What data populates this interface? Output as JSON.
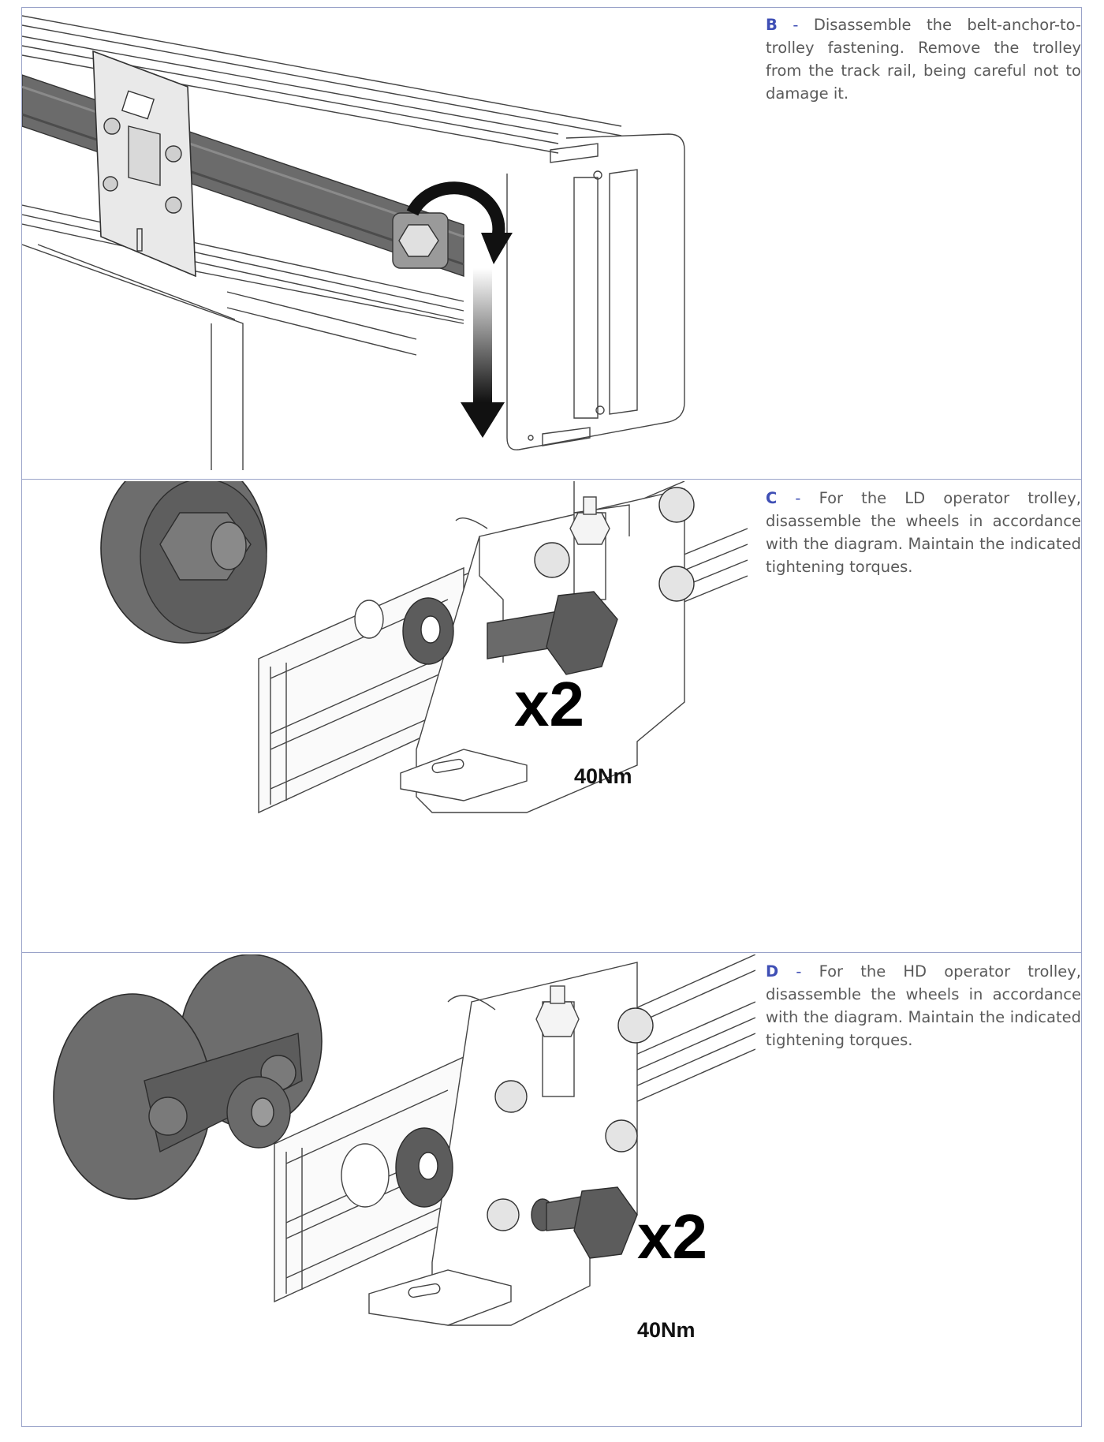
{
  "steps": [
    {
      "letter": "B",
      "separator": " - ",
      "text": "Disassemble the belt-anchor-to-trolley fastening. Remove the trolley from the track rail, being careful not to damage it."
    },
    {
      "letter": "C",
      "separator": " - ",
      "text": "For the LD operator trolley, disassemble the wheels in accordance with the diagram. Maintain the indicated tightening torques.",
      "multiplier": "x2",
      "torque": "40Nm"
    },
    {
      "letter": "D",
      "separator": " - ",
      "text": "For the HD operator trolley, disassemble the wheels in accordance with the diagram. Maintain the indicated tightening torques.",
      "multiplier": "x2",
      "torque": "40Nm"
    }
  ],
  "colors": {
    "frame": "#9aa3c9",
    "letter": "#3f4fb5",
    "body_text": "#5a5a5a",
    "part_dark": "#5c5c5c"
  }
}
